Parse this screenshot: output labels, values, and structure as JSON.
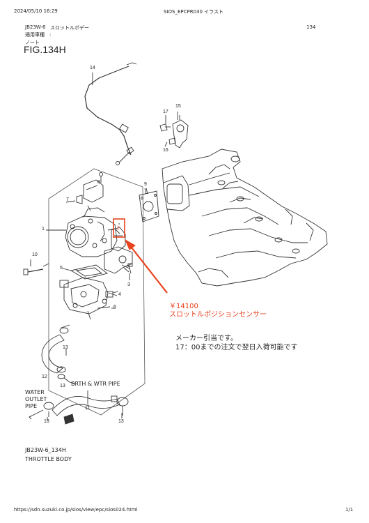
{
  "header": {
    "date": "2024/05/10 16:29",
    "title": "SIOS_EPCPR030 イラスト"
  },
  "doc": {
    "model": "JB23W-6",
    "section": "スロットルボデー",
    "page": "134",
    "applicable_label": "適用車種　:",
    "note_label": "ノート",
    "fig": "FIG.134H"
  },
  "callouts": {
    "n1": "1",
    "n2": "2",
    "n3": "3",
    "n4": "4",
    "n5": "5",
    "n6": "6",
    "n7": "7",
    "n8": "8",
    "n9": "9",
    "n10": "10",
    "n11": "11",
    "n12": "12",
    "n13a": "13",
    "n13b": "13",
    "n13c": "13",
    "n13d": "13",
    "n14": "14",
    "n15": "15",
    "n16": "16",
    "n17": "17"
  },
  "labels": {
    "brth_wtr": "BRTH & WTR PIPE",
    "water_l1": "WATER",
    "water_l2": "OUTLET",
    "water_l3": "PIPE"
  },
  "annotation": {
    "price": "￥14100",
    "part_name": "スロットルポジションセンサー",
    "note1": "メーカー引当です。",
    "note2": "17：00までの注文で翌日入荷可能です",
    "accent": "#e8421e"
  },
  "caption": {
    "code": "JB23W-6_134H",
    "name": "THROTTLE BODY"
  },
  "footer": {
    "url": "https://sdn.suzuki.co.jp/sios/view/epc/sios024.html",
    "page": "1/1"
  }
}
